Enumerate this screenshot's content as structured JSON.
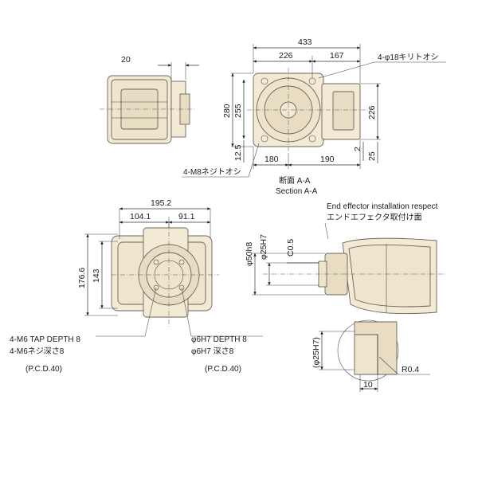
{
  "view_top": {
    "dim_width_total": "433",
    "dim_width_left": "226",
    "dim_width_right": "167",
    "dim_hole_note": "4-φ18キリトオシ",
    "dim_height_total": "280",
    "dim_height_upper": "255",
    "dim_height_lower": "12.5",
    "dim_right_226": "226",
    "dim_right_2": "2",
    "dim_right_25": "25",
    "dim_bottom_180": "180",
    "dim_bottom_190": "190",
    "dim_side_20": "20",
    "screw_note": "4-M8ネジトオシ",
    "section_jp": "断面 A-A",
    "section_en": "Section A-A"
  },
  "view_flange": {
    "dim_total": "195.2",
    "dim_left": "104.1",
    "dim_right": "91.1",
    "dim_height_total": "176.6",
    "dim_height_inner": "143",
    "tap_note_en": "4-M6 TAP DEPTH 8",
    "tap_note_jp": "4-M6ネジ深さ8",
    "tap_pcd": "(P.C.D.40)",
    "pin_note_en": "φ6H7 DEPTH 8",
    "pin_note_jp": "φ6H7 深さ8",
    "pin_pcd": "(P.C.D.40)"
  },
  "view_effector": {
    "title_en": "End effector installation respect",
    "title_jp": "エンドエフェクタ取付け面",
    "dim_phi50": "φ50h8",
    "dim_phi25": "φ25H7",
    "dim_c05": "C0.5",
    "dim_phi25_detail": "(φ25H7)",
    "dim_r04": "R0.4",
    "dim_10": "10"
  }
}
